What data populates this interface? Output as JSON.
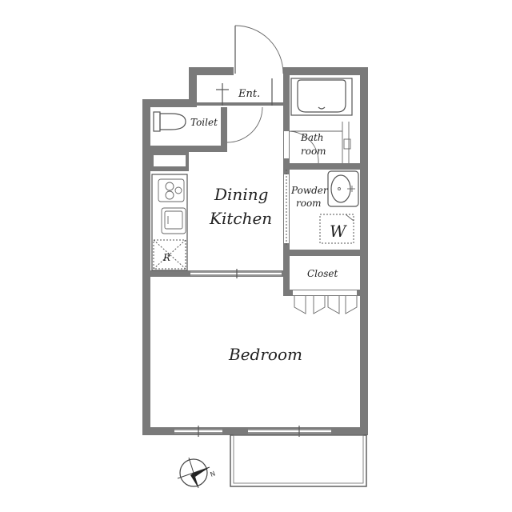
{
  "rooms": {
    "entrance": "Ent.",
    "toilet": "Toilet",
    "bath_line1": "Bath",
    "bath_line2": "room",
    "dining_line1": "Dining",
    "dining_line2": "Kitchen",
    "powder_line1": "Powder",
    "powder_line2": "room",
    "washer": "W",
    "closet": "Closet",
    "bedroom": "Bedroom",
    "refrigerator": "R"
  },
  "compass": {
    "north": "N"
  },
  "colors": {
    "wall": "#7a7a7a",
    "line": "#555555"
  }
}
